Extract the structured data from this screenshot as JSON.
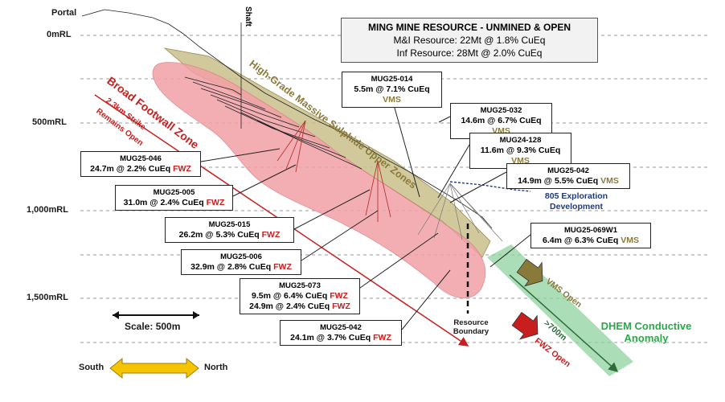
{
  "resource_box": {
    "title": "MING MINE RESOURCE - UNMINED & OPEN",
    "line1": "M&I Resource: 22Mt @ 1.8% CuEq",
    "line2": "Inf Resource: 28Mt @ 2.0% CuEq"
  },
  "elevation_labels": [
    "0mRL",
    "500mRL",
    "1,000mRL",
    "1,500mRL"
  ],
  "portal": "Portal",
  "shaft": "Shaft",
  "zone_labels": {
    "high_grade": "High-Grade Massive Sulphide Upper Zones",
    "broad_footwall": "Broad Footwall Zone",
    "strike_1": "2.3km Strike",
    "strike_2": "Remains Open",
    "exploration_1": "805 Exploration",
    "exploration_2": "Development",
    "resource_boundary_1": "Resource",
    "resource_boundary_2": "Boundary",
    "vms_open": "VMS Open",
    "fwz_open": "FWZ Open",
    "distance": ">700m",
    "dhem_1": "DHEM Conductive",
    "dhem_2": "Anomaly"
  },
  "intercepts": [
    {
      "hole": "MUG25-014",
      "result": "5.5m @ 7.1% CuEq",
      "tag": "VMS"
    },
    {
      "hole": "MUG25-032",
      "result": "14.6m @ 6.7% CuEq",
      "tag": "VMS"
    },
    {
      "hole": "MUG24-128",
      "result": "11.6m @ 9.3% CuEq",
      "tag": "VMS"
    },
    {
      "hole": "MUG25-042",
      "result": "14.9m @ 5.5% CuEq",
      "tag": "VMS"
    },
    {
      "hole": "MUG25-069W1",
      "result": "6.4m @ 6.3% CuEq",
      "tag": "VMS"
    },
    {
      "hole": "MUG25-046",
      "result": "24.7m @ 2.2% CuEq",
      "tag": "FWZ"
    },
    {
      "hole": "MUG25-005",
      "result": "31.0m @ 2.4% CuEq",
      "tag": "FWZ"
    },
    {
      "hole": "MUG25-015",
      "result": "26.2m @ 5.3% CuEq",
      "tag": "FWZ"
    },
    {
      "hole": "MUG25-006",
      "result": "32.9m @ 2.8% CuEq",
      "tag": "FWZ"
    },
    {
      "hole": "MUG25-073",
      "result": "9.5m @ 6.4% CuEq",
      "tag": "FWZ",
      "result2": "24.9m @ 2.4% CuEq",
      "tag2": "FWZ"
    },
    {
      "hole": "MUG25-042",
      "result": "24.1m @ 3.7% CuEq",
      "tag": "FWZ"
    }
  ],
  "scale": "Scale: 500m",
  "direction": {
    "south": "South",
    "north": "North"
  },
  "colors": {
    "vms": "#8a7a3a",
    "fwz": "#c81e1e",
    "resource_body": "#f2a0a6",
    "dhem": "#8fd19e",
    "exploration": "#1f3a7a"
  }
}
